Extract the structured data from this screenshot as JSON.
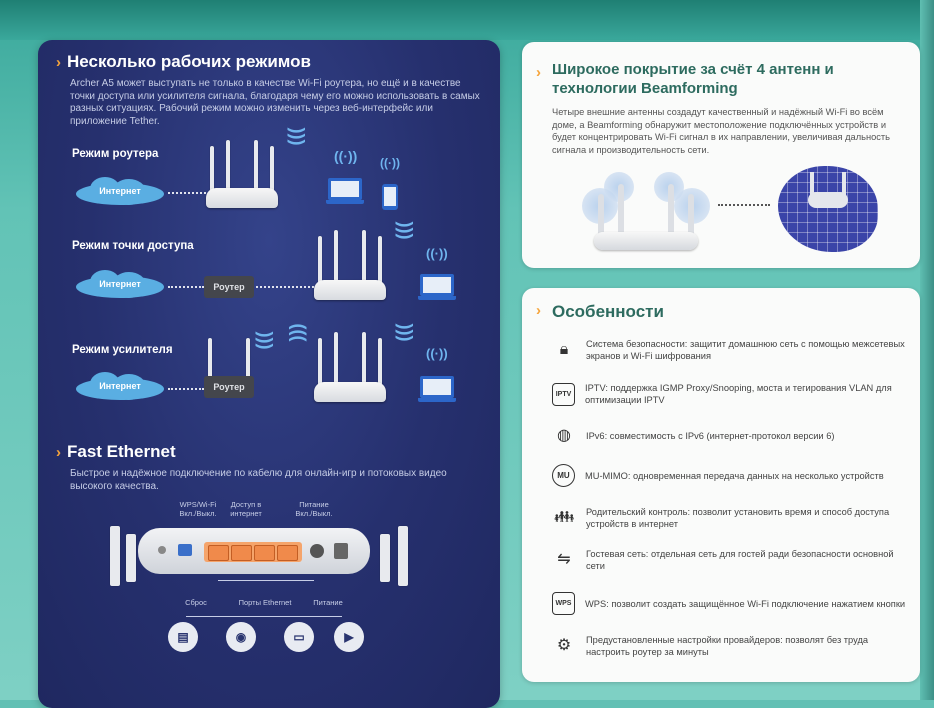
{
  "left": {
    "modes_title": "Несколько рабочих режимов",
    "modes_desc": "Archer A5 может выступать не только в качестве Wi-Fi роутера, но ещё и в качестве точки доступа или усилителя сигнала, благодаря чему его можно использовать в самых разных ситуациях. Рабочий режим можно изменить через веб-интерфейс или приложение Tether.",
    "mode_router": "Режим роутера",
    "mode_ap": "Режим точки доступа",
    "mode_extender": "Режим усилителя",
    "internet": "Интернет",
    "router_label": "Роутер",
    "eth_title": "Fast Ethernet",
    "eth_desc": "Быстрое и надёжное подключение по кабелю для онлайн-игр и потоковых видео высокого качества.",
    "eth_labels": {
      "wps": "WPS/Wi-Fi Вкл./Выкл.",
      "internet_port": "Доступ в интернет",
      "power_btn": "Питание Вкл./Выкл.",
      "reset": "Сброс",
      "ports": "Порты Ethernet",
      "power": "Питание"
    }
  },
  "beam": {
    "title": "Широкое покрытие за счёт 4 антенн и технологии Beamforming",
    "desc": "Четыре внешние антенны создадут качественный и надёжный Wi-Fi во всём доме, а Beamforming обнаружит местоположение подключённых устройств и будет концентрировать Wi-Fi сигнал в их направлении, увеличивая дальность сигнала и производительность сети."
  },
  "features": {
    "title": "Особенности",
    "items": [
      {
        "icon": "lock-icon",
        "text": "Система безопасности: защитит домашнюю сеть с помощью межсетевых экранов и Wi-Fi шифрования"
      },
      {
        "icon": "iptv-icon",
        "text": "IPTV: поддержка IGMP Proxy/Snooping, моста и тегирования VLAN для оптимизации IPTV"
      },
      {
        "icon": "globe-icon",
        "text": "IPv6: совместимость с IPv6 (интернет-протокол версии 6)"
      },
      {
        "icon": "mu-mimo-icon",
        "text": "MU-MIMO: одновременная передача данных на несколько устройств"
      },
      {
        "icon": "parental-icon",
        "text": "Родительский контроль: позволит установить время и способ доступа устройств в интернет"
      },
      {
        "icon": "guest-network-icon",
        "text": "Гостевая сеть: отдельная сеть для гостей ради безопасности основной сети"
      },
      {
        "icon": "wps-icon",
        "text": "WPS: позволит создать защищённое Wi-Fi подключение нажатием кнопки"
      },
      {
        "icon": "gear-icon",
        "text": "Предустановленные настройки провайдеров: позволят без труда настроить роутер за минуты"
      }
    ]
  },
  "colors": {
    "accent": "#f6a43a",
    "card_dark": "#26306e",
    "teal": "#62c0b4",
    "title_green": "#2d6b5f"
  }
}
